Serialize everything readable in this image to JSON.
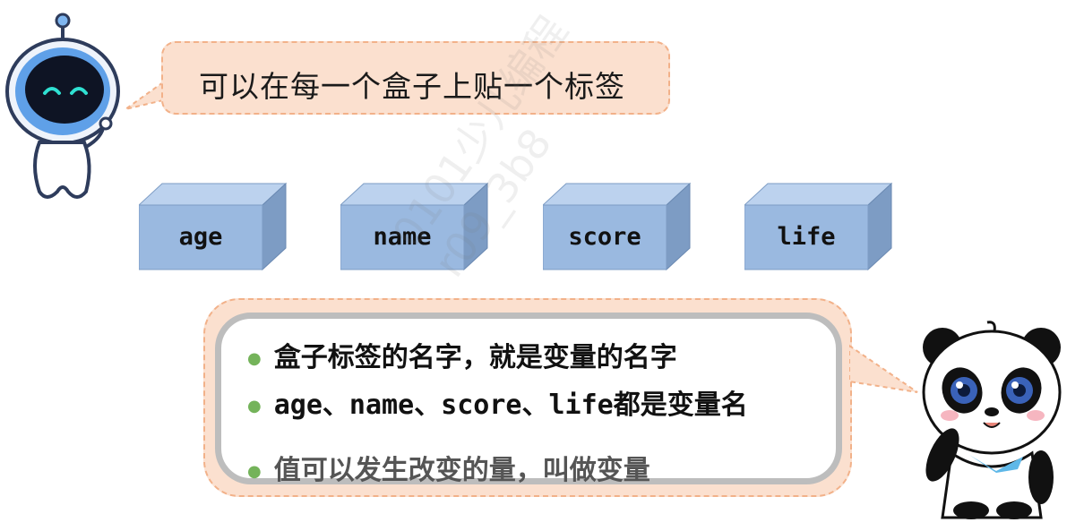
{
  "top_bubble": {
    "text": "可以在每一个盒子上贴一个标签"
  },
  "boxes": [
    {
      "label": "age"
    },
    {
      "label": "name"
    },
    {
      "label": "score"
    },
    {
      "label": "life"
    }
  ],
  "bullets": [
    {
      "text": "盒子标签的名字，就是变量的名字"
    },
    {
      "code": "age、name、score、life",
      "suffix": "都是变量名"
    },
    {
      "text": "值可以发生改变的量，叫做变量"
    }
  ],
  "watermark": {
    "line1": "0101少儿编程",
    "line2": "r09_3b8"
  },
  "colors": {
    "bubble_fill": "#fbe0cf",
    "bubble_border": "#f2b189",
    "box_front": "#9ab9e0",
    "box_top": "#bcd2ee",
    "box_side": "#7d9cc4",
    "bullet_dot": "#74b35a"
  }
}
